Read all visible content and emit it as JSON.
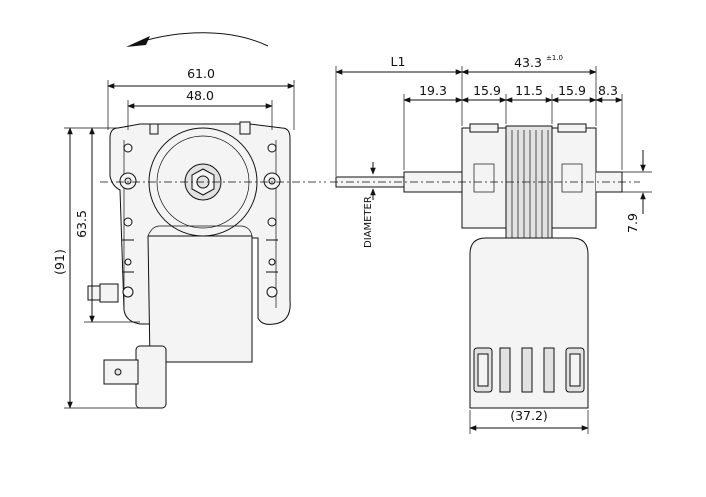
{
  "diagram": {
    "dimensions": {
      "width_61": "61.0",
      "width_48": "48.0",
      "height_63": "63.5",
      "height_91": "(91)",
      "shaft_L1": "L1",
      "total_43": "43.3",
      "total_tol": "±1.0",
      "seg_19": "19.3",
      "seg_15a": "15.9",
      "seg_11": "11.5",
      "seg_15b": "15.9",
      "seg_8": "8.3",
      "height_7": "7.9",
      "base_37": "(37.2)",
      "diameter_label": "DIAMETER"
    },
    "rotation_icon": "rotation-arrow-icon"
  }
}
